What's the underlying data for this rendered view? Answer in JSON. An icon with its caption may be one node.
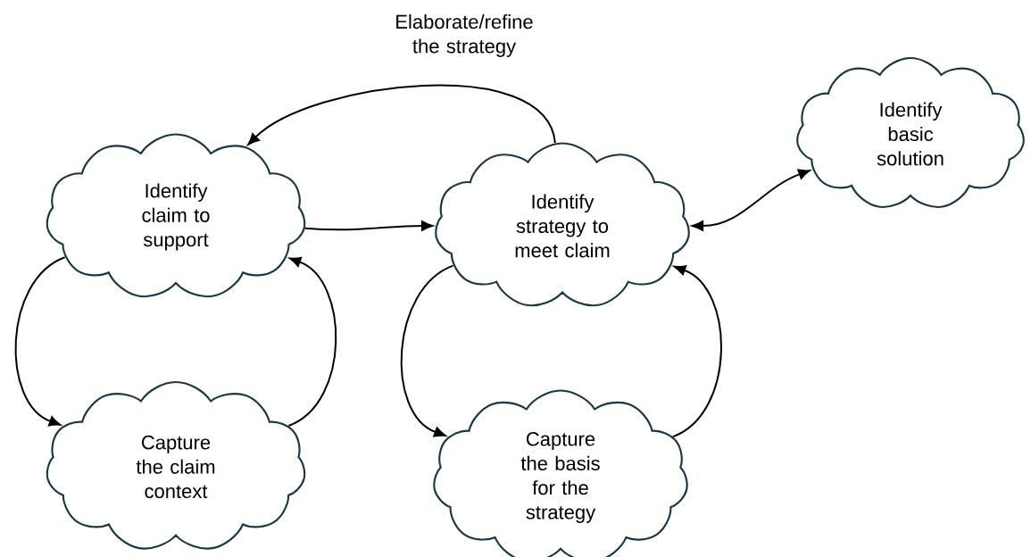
{
  "diagram": {
    "nodes": [
      {
        "text": [
          "Identify claim to support"
        ]
      },
      {
        "text": [
          "Capture the claim context"
        ]
      },
      {
        "text": [
          "Identify strategy to meet claim"
        ]
      },
      {
        "text": [
          "Capture the basis for the strategy"
        ]
      },
      {
        "text": [
          "Identify basic solution"
        ]
      }
    ],
    "edges": [
      {
        "from": 2,
        "to": 0,
        "arrow": "to",
        "label": "Elaborate/refine the strategy"
      },
      {
        "from": 0,
        "to": 2,
        "arrow": "to"
      },
      {
        "from": 2,
        "to": 4,
        "arrow": "both"
      },
      {
        "from": 0,
        "to": 1,
        "arrow": "to"
      },
      {
        "from": 1,
        "to": 0,
        "arrow": "to"
      },
      {
        "from": 2,
        "to": 3,
        "arrow": "to"
      },
      {
        "from": 3,
        "to": 2,
        "arrow": "to"
      }
    ]
  }
}
